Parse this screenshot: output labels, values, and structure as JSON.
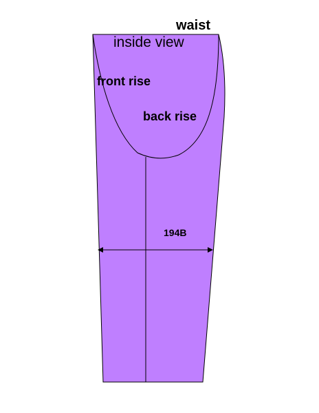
{
  "diagram": {
    "labels": {
      "waist": "waist",
      "inside_view": "inside view",
      "front_rise": "front rise",
      "back_rise": "back rise",
      "measurement": "194B"
    },
    "colors": {
      "fabric_fill": "#bf7fff",
      "outline": "#000000",
      "background": "#ffffff"
    }
  }
}
